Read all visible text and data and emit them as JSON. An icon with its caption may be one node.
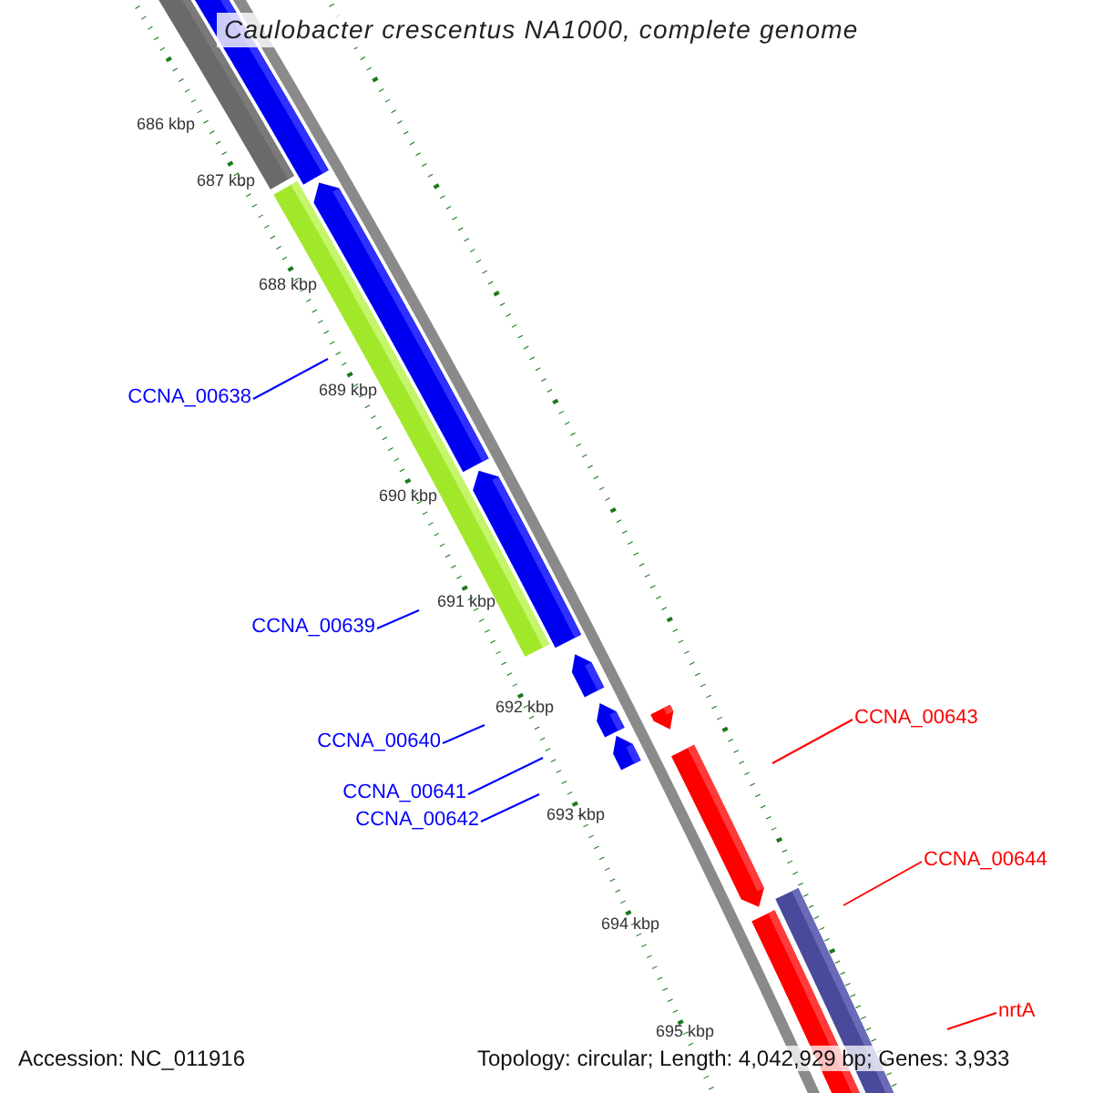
{
  "diagram": {
    "title": "Caulobacter crescentus NA1000, complete genome",
    "nodes": [
      {
        "text": [
          "CCNA_00638"
        ]
      },
      {
        "text": [
          "CCNA_00639"
        ]
      },
      {
        "text": [
          "CCNA_00640"
        ]
      },
      {
        "text": [
          "CCNA_00641"
        ]
      },
      {
        "text": [
          "CCNA_00642"
        ]
      },
      {
        "text": [
          "CCNA_00643"
        ]
      },
      {
        "text": [
          "CCNA_00644"
        ]
      },
      {
        "text": [
          "nrtA"
        ]
      }
    ],
    "edges": [
      {
        "from": 0,
        "to": null,
        "arrow": "none"
      },
      {
        "from": 1,
        "to": null,
        "arrow": "none"
      },
      {
        "from": 2,
        "to": null,
        "arrow": "none"
      },
      {
        "from": 3,
        "to": null,
        "arrow": "none"
      },
      {
        "from": 4,
        "to": null,
        "arrow": "none"
      },
      {
        "from": 5,
        "to": null,
        "arrow": "none",
        "color": "#ff0000"
      },
      {
        "from": 6,
        "to": null,
        "arrow": "none",
        "color": "#ff0000"
      },
      {
        "from": 7,
        "to": null,
        "arrow": "none",
        "color": "#ff0000"
      }
    ],
    "labels": [
      "686 kbp",
      "687 kbp",
      "688 kbp",
      "689 kbp",
      "690 kbp",
      "691 kbp",
      "692 kbp",
      "693 kbp",
      "694 kbp",
      "695 kbp",
      "Accession: NC_011916",
      "Topology: circular; Length: 4,042,929 bp; Genes: 3,933"
    ]
  }
}
